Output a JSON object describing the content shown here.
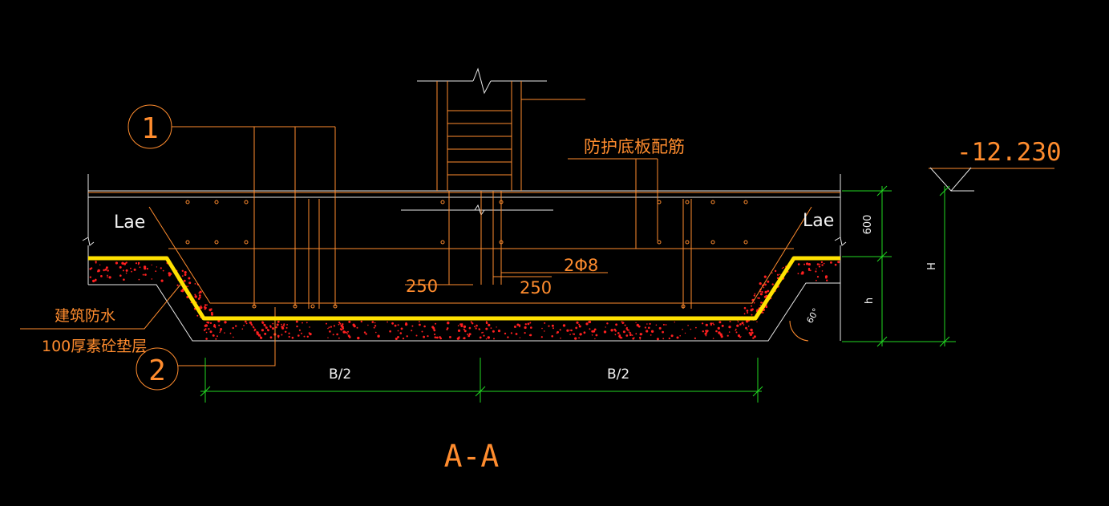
{
  "drawing": {
    "section_title": "A-A",
    "elevation": "-12.230",
    "callouts": {
      "one": "1",
      "two": "2"
    },
    "labels": {
      "lae_left": "Lae",
      "lae_right": "Lae",
      "protection_rebar": "防护底板配筋",
      "waterproof": "建筑防水",
      "cushion": "100厚素砼垫层",
      "bars": "2Φ8",
      "dim_250_left": "250",
      "dim_250_right": "250",
      "dim_600": "600",
      "dim_H": "H",
      "dim_h": "h",
      "angle": "60°",
      "half_width_left": "B/2",
      "half_width_right": "B/2"
    },
    "colors": {
      "background": "#000000",
      "outline": "#e8e8e8",
      "annotation": "#ff8c2e",
      "dimension": "#22d822",
      "waterproof_layer": "#ffe100",
      "concrete_hatch": "#ff2020"
    }
  }
}
